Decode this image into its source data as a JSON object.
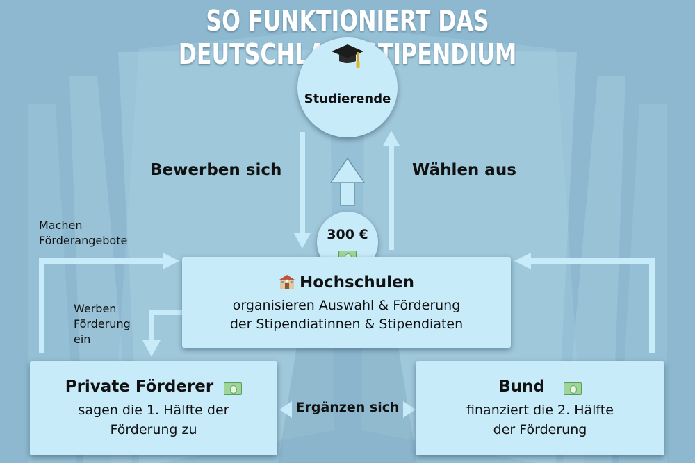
{
  "title": "SO FUNKTIONIERT DAS DEUTSCHLANDSTIPENDIUM",
  "studierende": {
    "label": "Studierende",
    "icon": "graduation-cap-icon"
  },
  "amount": {
    "label": "300 €",
    "icon": "money-icon"
  },
  "hochschulen": {
    "title": "Hochschulen",
    "icon": "school-icon",
    "line1": "organisieren Auswahl & Förderung",
    "line2": "der Stipendiatinnen & Stipendiaten"
  },
  "private": {
    "title": "Private Förderer",
    "icon": "money-icon",
    "line1": "sagen die 1. Hälfte der",
    "line2": "Förderung zu"
  },
  "bund": {
    "title": "Bund",
    "icon": "money-icon",
    "line1": "finanziert die 2. Hälfte",
    "line2": "der Förderung"
  },
  "edges": {
    "bewerben": "Bewerben sich",
    "waehlen": "Wählen aus",
    "machen_1": "Machen",
    "machen_2": "Förderangebote",
    "werben_1": "Werben",
    "werben_2": "Förderung",
    "werben_3": "ein",
    "ergaenzen": "Ergänzen sich"
  },
  "colors": {
    "background": "#8db8cf",
    "box": "#c8ebfa",
    "arrow": "#c8ebfa"
  }
}
